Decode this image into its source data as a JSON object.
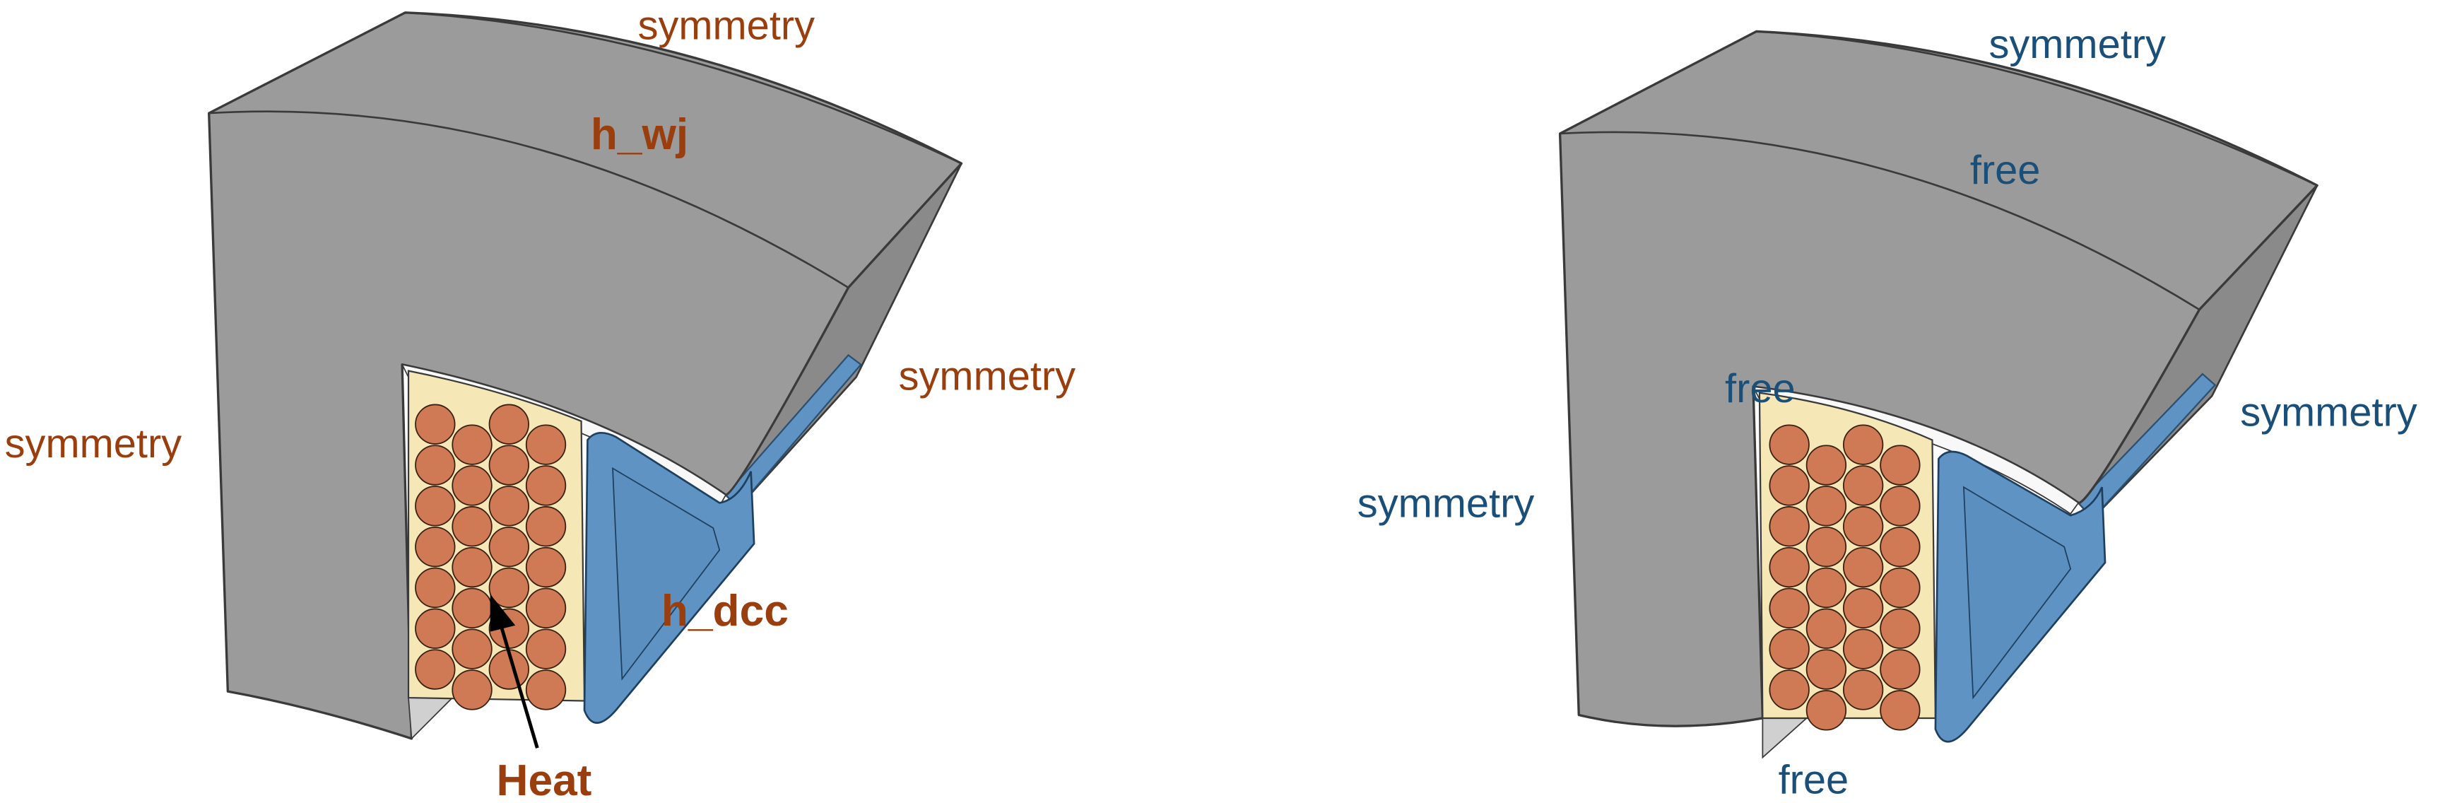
{
  "colors": {
    "steel": "#9b9b9b",
    "steel_edge": "#3a3a3a",
    "cavity": "#f8f8f8",
    "insulation": "#f6e7b6",
    "copper": "#d07a55",
    "cooling_channel": "#5e93c4",
    "left_label": "#9a3e0e",
    "right_label": "#1a4f7a"
  },
  "left_diagram": {
    "labels": {
      "top": "symmetry",
      "top_face": "h_wj",
      "right": "symmetry",
      "left": "symmetry",
      "channel": "h_dcc",
      "heat": "Heat"
    }
  },
  "right_diagram": {
    "labels": {
      "top": "symmetry",
      "top_face": "free",
      "slot_top": "free",
      "right": "symmetry",
      "left": "symmetry",
      "bottom": "free"
    }
  }
}
